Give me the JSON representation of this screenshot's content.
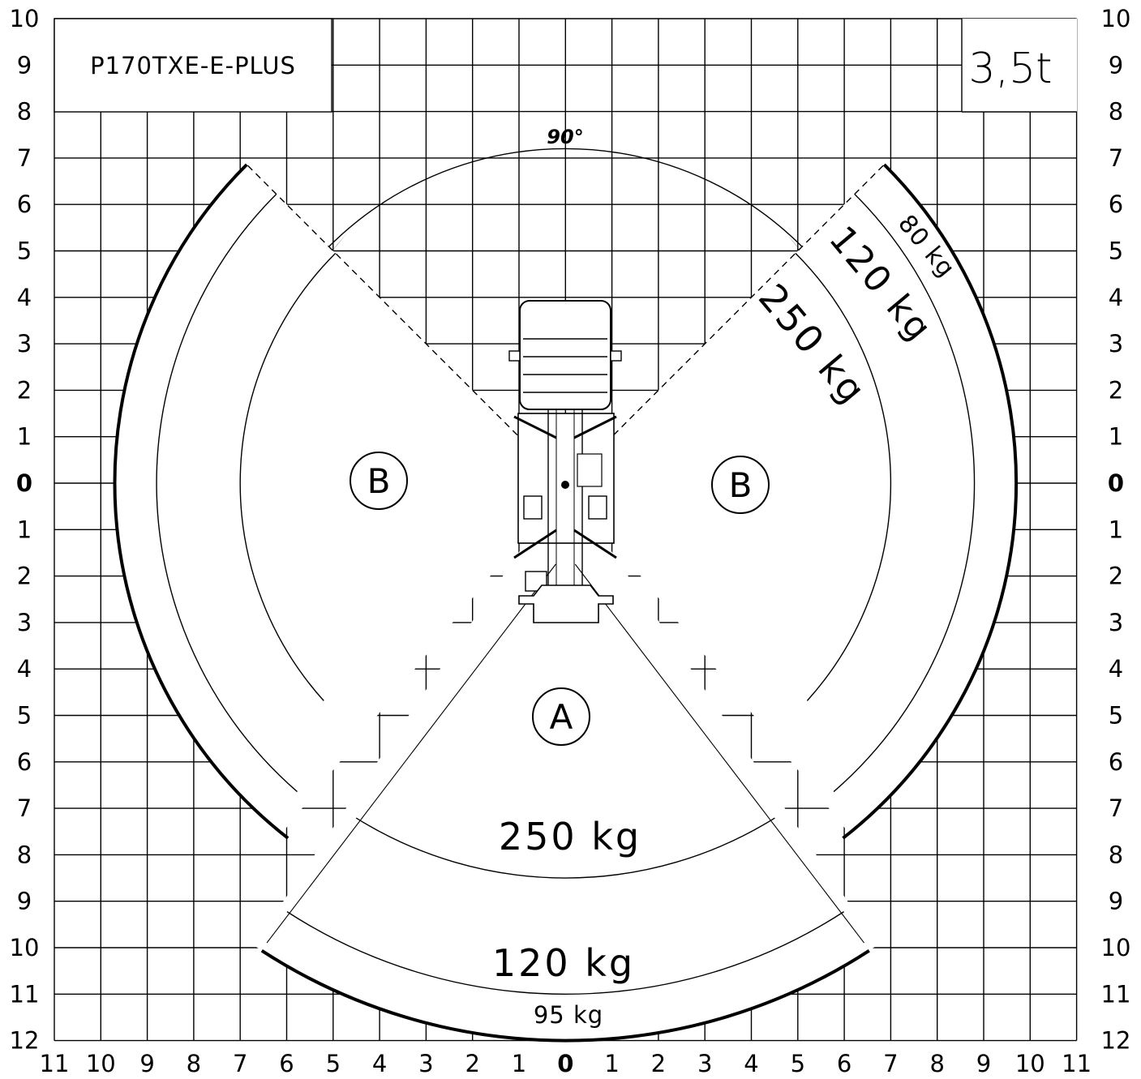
{
  "model": "P170TXE-E-PLUS",
  "capacity": "3,5t",
  "rotation_angle": "90°",
  "zones": {
    "front": "A",
    "side": "B"
  },
  "loads": {
    "rear_inner": "250 kg",
    "rear_middle": "120 kg",
    "rear_outer": "95 kg",
    "side_inner": "250 kg",
    "side_middle": "120 kg",
    "side_outer": "80 kg"
  },
  "axes": {
    "x_ticks": [
      "11",
      "10",
      "9",
      "8",
      "7",
      "6",
      "5",
      "4",
      "3",
      "2",
      "1",
      "0",
      "1",
      "2",
      "3",
      "4",
      "5",
      "6",
      "7",
      "8",
      "9",
      "10",
      "11"
    ],
    "y_ticks": [
      "10",
      "9",
      "8",
      "7",
      "6",
      "5",
      "4",
      "3",
      "2",
      "1",
      "0",
      "1",
      "2",
      "3",
      "4",
      "5",
      "6",
      "7",
      "8",
      "9",
      "10",
      "11",
      "12"
    ],
    "grid": true,
    "unit": "m"
  },
  "chart_data": {
    "type": "working-range diagram",
    "x_range": [
      -11,
      11
    ],
    "y_range": [
      -12,
      10
    ],
    "radii_m": {
      "inner": 7,
      "middle": 8.8,
      "outer": 9.7,
      "rear_middle": 11,
      "rear_outer": 12
    },
    "colors": {
      "lines": "#000000",
      "background": "#ffffff"
    }
  }
}
